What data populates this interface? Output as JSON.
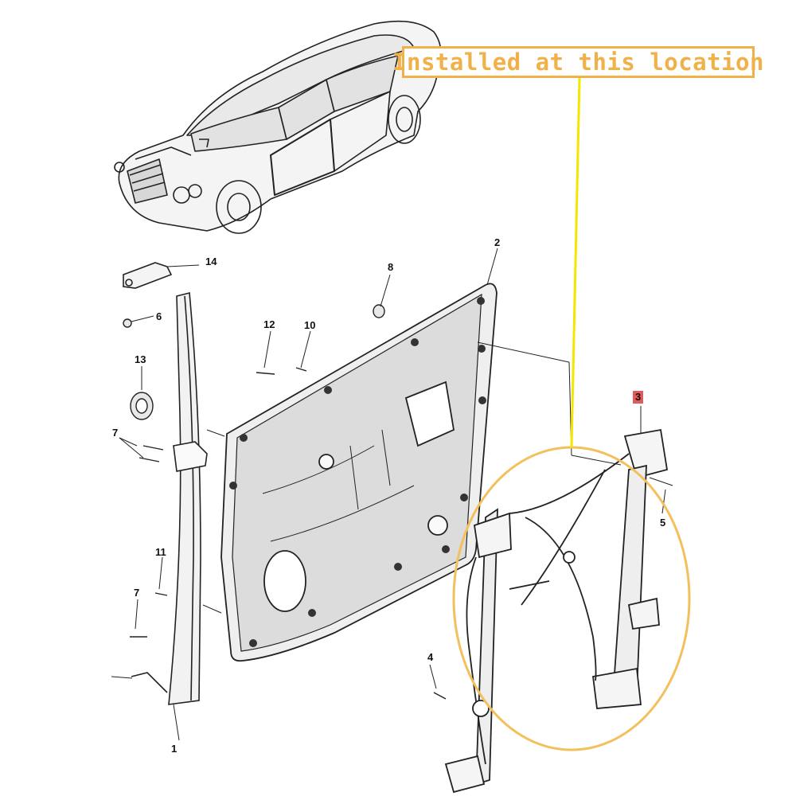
{
  "callout": {
    "text": "Installed at this location"
  },
  "colors": {
    "highlight_ring": "#f3c05e",
    "leader_line": "#f5e600",
    "callout": "#f0b14a",
    "selected_part": "#e35a5a"
  },
  "parts": [
    {
      "id": "1",
      "label": "1"
    },
    {
      "id": "2",
      "label": "2"
    },
    {
      "id": "3",
      "label": "3",
      "highlighted": true
    },
    {
      "id": "4",
      "label": "4"
    },
    {
      "id": "5",
      "label": "5"
    },
    {
      "id": "6",
      "label": "6"
    },
    {
      "id": "7a",
      "label": "7"
    },
    {
      "id": "7b",
      "label": "7"
    },
    {
      "id": "8",
      "label": "8"
    },
    {
      "id": "10",
      "label": "10"
    },
    {
      "id": "11",
      "label": "11"
    },
    {
      "id": "12",
      "label": "12"
    },
    {
      "id": "13",
      "label": "13"
    },
    {
      "id": "14",
      "label": "14"
    }
  ]
}
